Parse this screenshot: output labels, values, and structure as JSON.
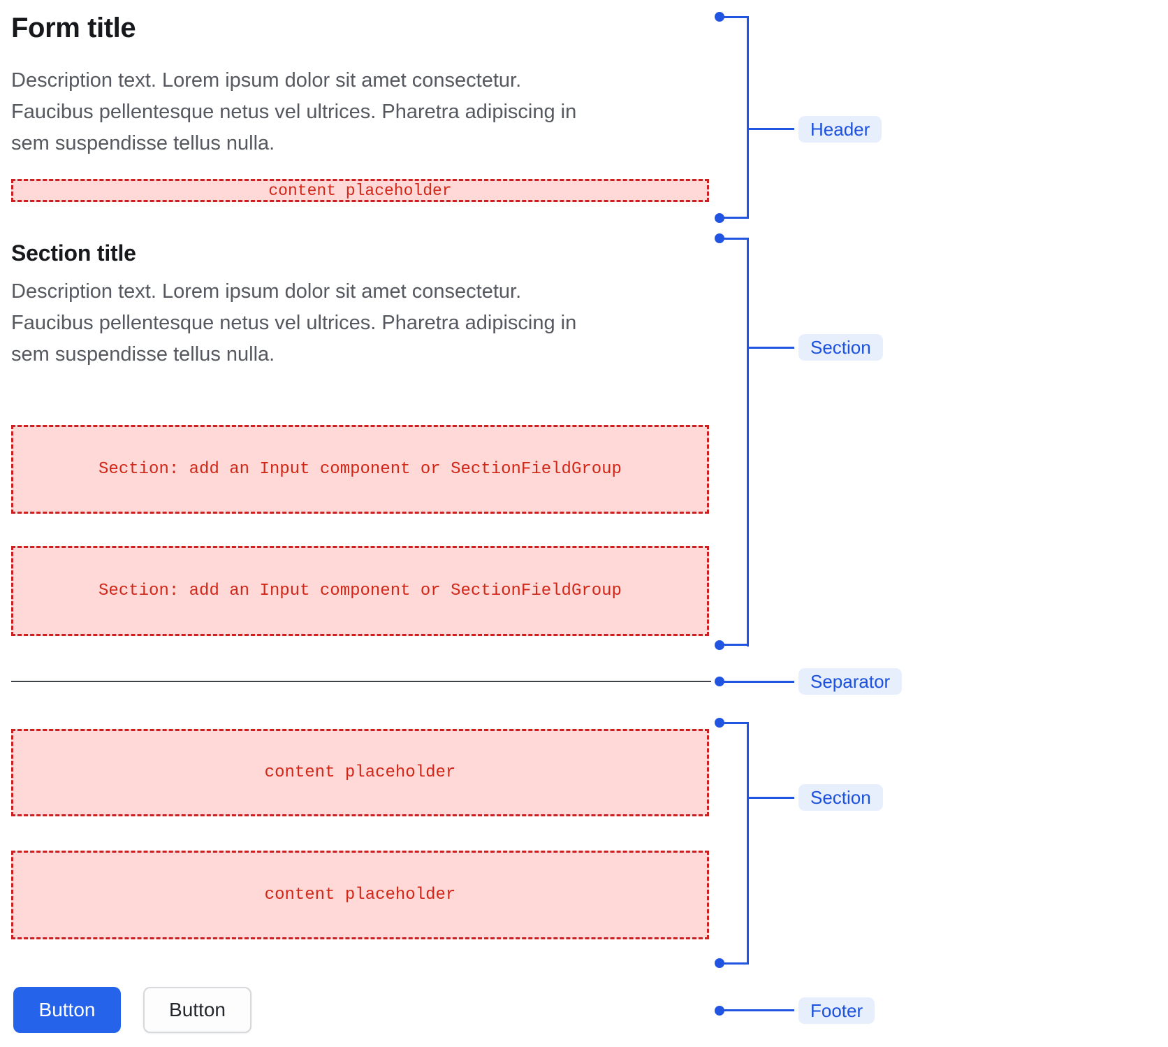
{
  "form": {
    "title": "Form title",
    "description_lines": [
      "Description text. Lorem ipsum dolor sit amet consectetur.",
      "Faucibus pellentesque netus vel ultrices. Pharetra adipiscing in",
      "sem suspendisse tellus nulla."
    ],
    "header_placeholder": "content placeholder"
  },
  "section": {
    "title": "Section title",
    "description_lines": [
      "Description text. Lorem ipsum dolor sit amet consectetur.",
      "Faucibus pellentesque netus vel ultrices. Pharetra adipiscing in",
      "sem suspendisse tellus nulla."
    ],
    "field_placeholder_1": "Section: add an Input component or SectionFieldGroup",
    "field_placeholder_2": "Section: add an Input component or SectionFieldGroup"
  },
  "content": {
    "placeholder_1": "content placeholder",
    "placeholder_2": "content placeholder"
  },
  "footer_buttons": {
    "primary_label": "Button",
    "secondary_label": "Button"
  },
  "annotations": {
    "header": {
      "label": "Header"
    },
    "section_1": {
      "label": "Section"
    },
    "separator": {
      "label": "Separator"
    },
    "section_2": {
      "label": "Section"
    },
    "footer": {
      "label": "Footer"
    }
  },
  "colors": {
    "annotation_blue": "#2254e2",
    "annotation_label_bg": "#e7eefc",
    "annotation_label_text": "#1b51dc",
    "placeholder_bg": "#ffd8d8",
    "placeholder_border": "#cd1f1f",
    "placeholder_text": "#d02818",
    "primary_button_bg": "#2563eb",
    "separator_line": "#3e4248"
  }
}
